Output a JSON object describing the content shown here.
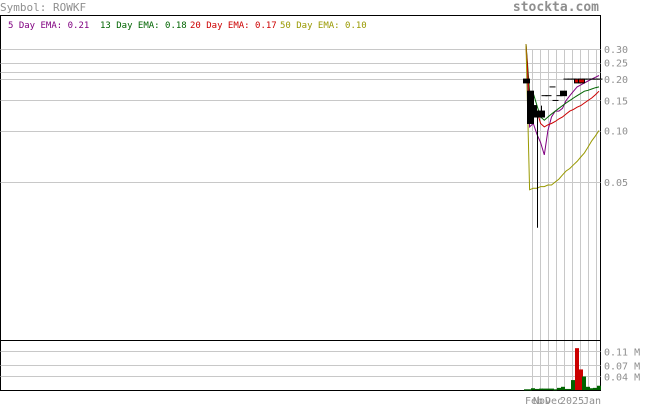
{
  "header": {
    "symbol_label": "Symbol: ROWKF",
    "brand": "stockta.com"
  },
  "legend": [
    {
      "label": "5 Day EMA: 0.21",
      "color": "#800080"
    },
    {
      "label": "13 Day EMA: 0.18",
      "color": "#006400"
    },
    {
      "label": "20 Day EMA: 0.17",
      "color": "#cc0000"
    },
    {
      "label": "50 Day EMA: 0.10",
      "color": "#999900"
    }
  ],
  "colors": {
    "grid": "#c8c8c8",
    "frame": "#000000",
    "up_candle": "#cc0000",
    "down_candle": "#000000",
    "up_volume": "#cc0000",
    "down_volume": "#006400"
  },
  "chart_data": {
    "type": "line",
    "price_axis": {
      "scale": "log",
      "ticks": [
        {
          "value": 0.3,
          "label": "0.30"
        },
        {
          "value": 0.25,
          "label": "0.25"
        },
        {
          "value": 0.2,
          "label": "0.20"
        },
        {
          "value": 0.15,
          "label": "0.15"
        },
        {
          "value": 0.1,
          "label": "0.10"
        },
        {
          "value": 0.05,
          "label": "0.05"
        }
      ]
    },
    "volume_axis": {
      "ticks": [
        {
          "value": 0.11,
          "label": "0.11 M"
        },
        {
          "value": 0.07,
          "label": "0.07 M"
        },
        {
          "value": 0.04,
          "label": "0.04 M"
        }
      ]
    },
    "date_labels": [
      "Feb",
      "Nov",
      "Dec",
      "2025",
      "Jan"
    ],
    "bars": [
      {
        "o": 0.2,
        "h": 0.2,
        "l": 0.19,
        "c": 0.19,
        "v": 0.002
      },
      {
        "o": 0.17,
        "h": 0.17,
        "l": 0.11,
        "c": 0.11,
        "v": 0.002
      },
      {
        "o": 0.14,
        "h": 0.16,
        "l": 0.11,
        "c": 0.12,
        "v": 0.005
      },
      {
        "o": 0.13,
        "h": 0.13,
        "l": 0.027,
        "c": 0.13,
        "v": 0.003
      },
      {
        "o": 0.13,
        "h": 0.14,
        "l": 0.12,
        "c": 0.12,
        "v": 0.004
      },
      {
        "o": 0.16,
        "h": 0.16,
        "l": 0.16,
        "c": 0.16,
        "v": 0.004
      },
      {
        "o": 0.16,
        "h": 0.16,
        "l": 0.16,
        "c": 0.16,
        "v": 0.004
      },
      {
        "o": 0.18,
        "h": 0.18,
        "l": 0.18,
        "c": 0.18,
        "v": 0.004
      },
      {
        "o": 0.15,
        "h": 0.15,
        "l": 0.15,
        "c": 0.15,
        "v": 0.002
      },
      {
        "o": 0.16,
        "h": 0.16,
        "l": 0.16,
        "c": 0.16,
        "v": 0.006
      },
      {
        "o": 0.17,
        "h": 0.17,
        "l": 0.16,
        "c": 0.16,
        "v": 0.009
      },
      {
        "o": 0.2,
        "h": 0.2,
        "l": 0.2,
        "c": 0.2,
        "v": 0.003
      },
      {
        "o": 0.2,
        "h": 0.2,
        "l": 0.2,
        "c": 0.2,
        "v": 0.003
      },
      {
        "o": 0.2,
        "h": 0.2,
        "l": 0.2,
        "c": 0.2,
        "v": 0.028
      },
      {
        "o": 0.19,
        "h": 0.2,
        "l": 0.19,
        "c": 0.2,
        "v": 0.118
      },
      {
        "o": 0.19,
        "h": 0.2,
        "l": 0.19,
        "c": 0.2,
        "v": 0.058
      },
      {
        "o": 0.2,
        "h": 0.2,
        "l": 0.2,
        "c": 0.2,
        "v": 0.038
      },
      {
        "o": 0.2,
        "h": 0.2,
        "l": 0.2,
        "c": 0.2,
        "v": 0.009
      },
      {
        "o": 0.2,
        "h": 0.2,
        "l": 0.2,
        "c": 0.2,
        "v": 0.005
      },
      {
        "o": 0.2,
        "h": 0.2,
        "l": 0.2,
        "c": 0.2,
        "v": 0.006
      },
      {
        "o": 0.2,
        "h": 0.2,
        "l": 0.2,
        "c": 0.2,
        "v": 0.012
      }
    ],
    "series": [
      {
        "name": "5 Day EMA",
        "color": "#800080",
        "values": [
          0.32,
          0.105,
          0.11,
          0.095,
          0.085,
          0.072,
          0.1,
          0.12,
          0.13,
          0.13,
          0.135,
          0.15,
          0.16,
          0.17,
          0.18,
          0.185,
          0.19,
          0.195,
          0.2,
          0.205,
          0.21
        ]
      },
      {
        "name": "13 Day EMA",
        "color": "#006400",
        "values": [
          0.32,
          0.17,
          0.165,
          0.14,
          0.12,
          0.115,
          0.12,
          0.125,
          0.13,
          0.135,
          0.14,
          0.145,
          0.15,
          0.155,
          0.16,
          0.165,
          0.17,
          0.172,
          0.175,
          0.178,
          0.18
        ]
      },
      {
        "name": "20 Day EMA",
        "color": "#cc0000",
        "values": [
          0.32,
          0.145,
          0.14,
          0.13,
          0.11,
          0.105,
          0.108,
          0.11,
          0.113,
          0.117,
          0.12,
          0.125,
          0.13,
          0.133,
          0.137,
          0.14,
          0.145,
          0.15,
          0.155,
          0.162,
          0.17
        ]
      },
      {
        "name": "50 Day EMA",
        "color": "#999900",
        "values": [
          0.32,
          0.045,
          0.046,
          0.046,
          0.047,
          0.047,
          0.048,
          0.048,
          0.05,
          0.052,
          0.055,
          0.058,
          0.06,
          0.063,
          0.066,
          0.07,
          0.074,
          0.08,
          0.087,
          0.093,
          0.1
        ]
      }
    ]
  }
}
